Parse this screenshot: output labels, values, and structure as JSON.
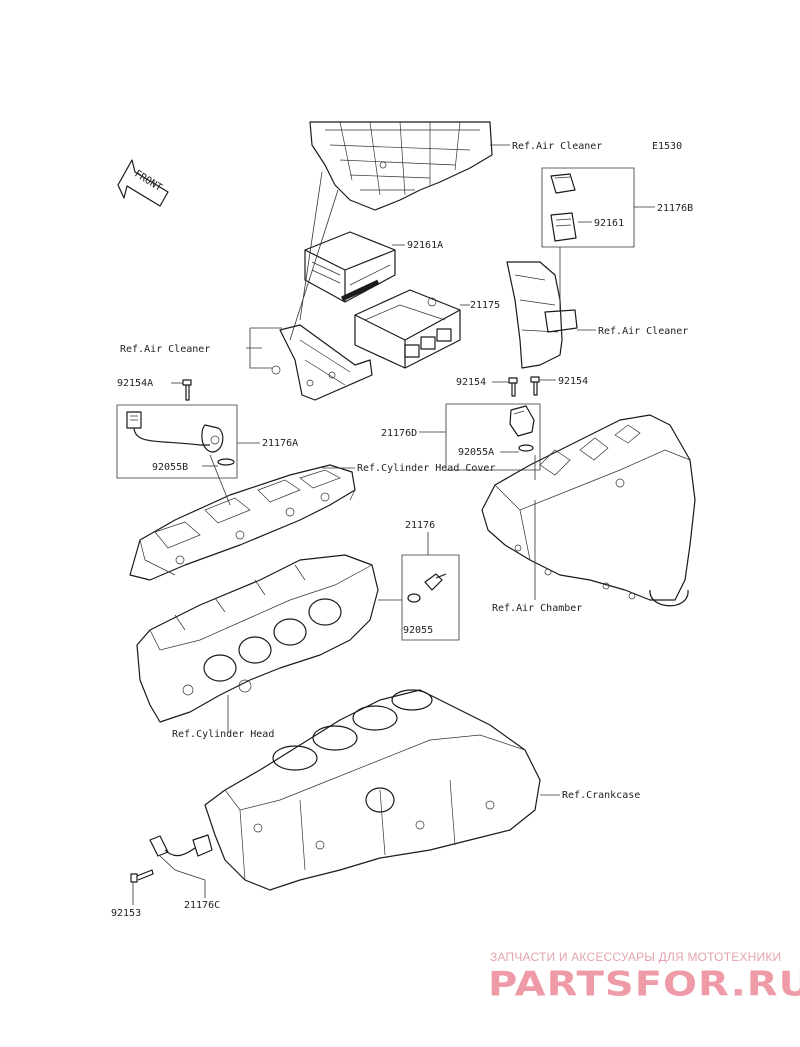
{
  "diagram": {
    "code": "E1530",
    "front_label": "FRONT",
    "parts": {
      "p92161A": "92161A",
      "p21175": "21175",
      "p21176B": "21176B",
      "p92161": "92161",
      "p92154A": "92154A",
      "p21176A": "21176A",
      "p92055B": "92055B",
      "p92154_left": "92154",
      "p92154_right": "92154",
      "p21176D": "21176D",
      "p92055A": "92055A",
      "p21176": "21176",
      "p92055": "92055",
      "p92153": "92153",
      "p21176C": "21176C"
    },
    "refs": {
      "air_cleaner_top": "Ref.Air Cleaner",
      "air_cleaner_left": "Ref.Air Cleaner",
      "air_cleaner_right": "Ref.Air Cleaner",
      "cylinder_head_cover": "Ref.Cylinder Head Cover",
      "air_chamber": "Ref.Air Chamber",
      "cylinder_head": "Ref.Cylinder Head",
      "crankcase": "Ref.Crankcase"
    }
  },
  "watermark": {
    "tagline": "ЗАПЧАСТИ И АКСЕССУАРЫ ДЛЯ МОТОТЕХНИКИ",
    "logo": "PARTSFOR.RU"
  }
}
